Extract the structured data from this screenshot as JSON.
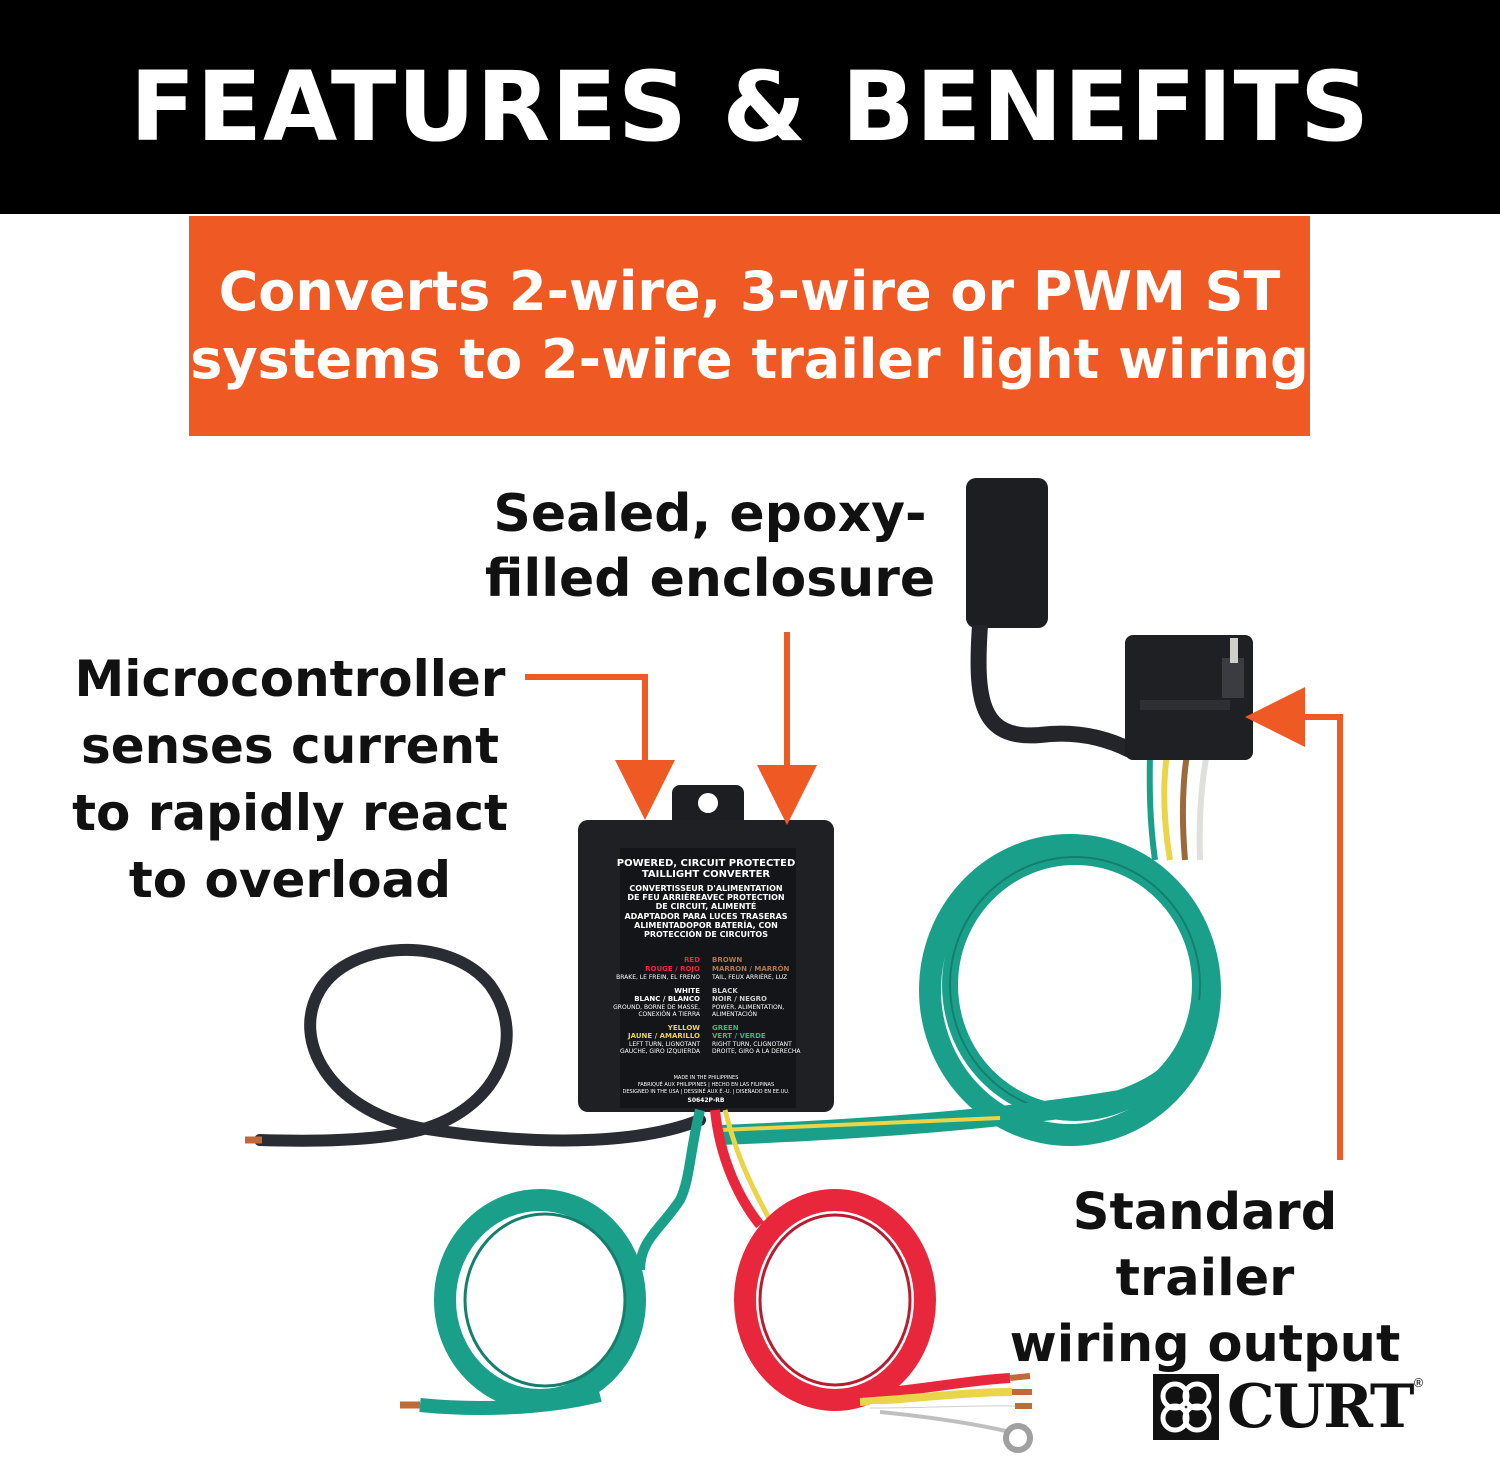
{
  "header": {
    "title": "FEATURES & BENEFITS"
  },
  "banner": {
    "line1": "Converts 2-wire, 3-wire or PWM ST",
    "line2": "systems to 2-wire trailer light wiring"
  },
  "callouts": {
    "sealed": {
      "line1": "Sealed, epoxy-",
      "line2": "filled enclosure"
    },
    "micro": {
      "line1": "Microcontroller",
      "line2": "senses current",
      "line3": "to rapidly react",
      "line4": "to overload"
    },
    "standard": {
      "line1": "Standard trailer",
      "line2": "wiring output"
    }
  },
  "device_label": {
    "title1": "POWERED, CIRCUIT PROTECTED",
    "title2": "TAILLIGHT CONVERTER",
    "fr1": "CONVERTISSEUR D'ALIMENTATION",
    "fr2": "DE FEU ARRIÈREAVEC PROTECTION",
    "fr3": "DE CIRCUIT, ALIMENTÉ",
    "es1": "ADAPTADOR PARA LUCES TRASERAS",
    "es2": "ALIMENTADOPOR BATERÍA, CON",
    "es3": "PROTECCIÓN DE CIRCUITOS",
    "red_name": "RED",
    "red_name2": "ROUGE / ROJO",
    "red_desc": "BRAKE, LE FREIN, EL FRENO",
    "brown_name": "BROWN",
    "brown_name2": "MARRON / MARRÓN",
    "brown_desc": "TAIL, FEUX ARRIÈRE, LUZ",
    "white_name": "WHITE",
    "white_name2": "BLANC / BLANCO",
    "white_desc1": "GROUND, BORNE DE MASSE,",
    "white_desc2": "CONEXIÓN A TIERRA",
    "black_name": "BLACK",
    "black_name2": "NOIR / NEGRO",
    "black_desc1": "POWER, ALIMENTATION,",
    "black_desc2": "ALIMENTACIÓN",
    "yellow_name": "YELLOW",
    "yellow_name2": "JAUNE / AMARILLO",
    "yellow_desc1": "LEFT TURN, LIGNOTANT",
    "yellow_desc2": "GAUCHE, GIRO IZQUIERDA",
    "green_name": "GREEN",
    "green_name2": "VERT / VERDE",
    "green_desc1": "RIGHT TURN, CLIGNOTANT",
    "green_desc2": "DROITE, GIRO A LA DERECHA",
    "made1": "MADE IN THE PHILIPPINES",
    "made2": "FABRIQUÉ AUX PHILIPPINES | HECHO EN LAS FILIPINAS",
    "made3": "DESIGNED IN THE USA | DESSINÉ AUX É.-U. | DISEÑADO EN EE.UU.",
    "part": "S0642P-RB"
  },
  "logo": {
    "text": "CURT",
    "reg": "®"
  },
  "colors": {
    "header_bg": "#000000",
    "banner_bg": "#ef5a24",
    "arrow": "#ef5a24",
    "wire_green": "#1aa08a",
    "wire_red": "#e8263c",
    "wire_black": "#2a2c33"
  }
}
